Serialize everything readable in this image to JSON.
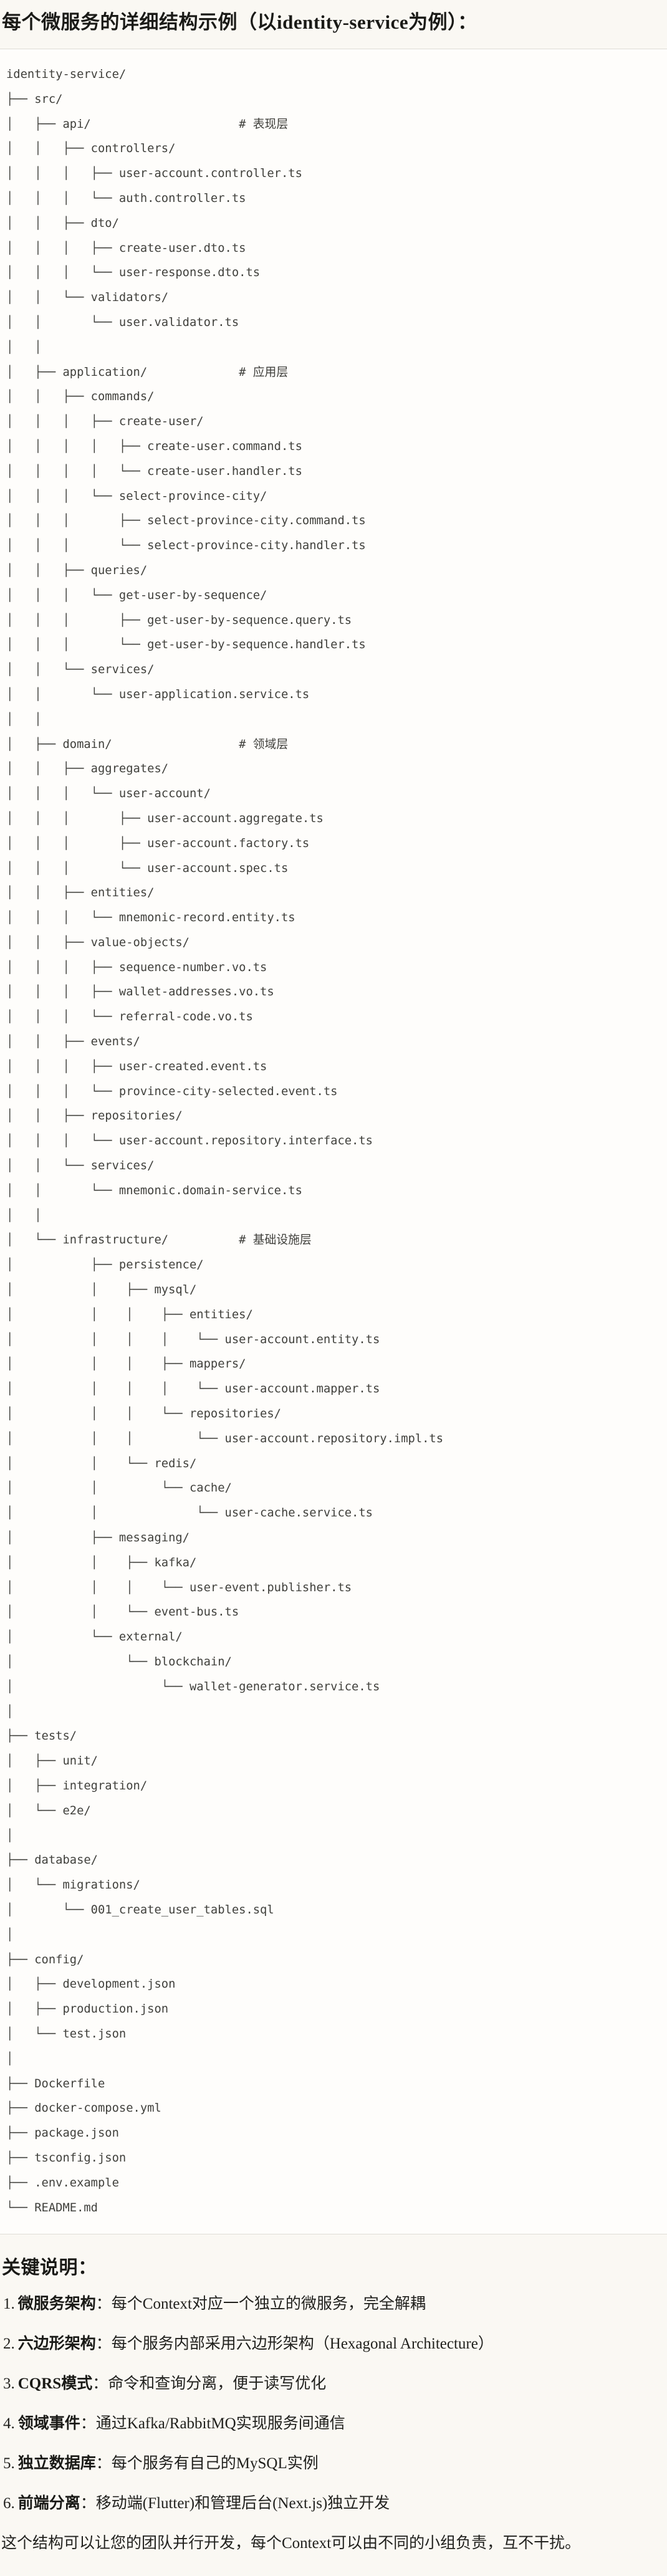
{
  "colors": {
    "page_bg": "#faf8f3",
    "code_bg": "#fefdfb",
    "border": "#dfddd7",
    "tree_text": "#40403c",
    "heading_text": "#1a1a17",
    "body_text": "#21211e"
  },
  "page": {
    "title": "每个微服务的详细结构示例（以identity-service为例）：",
    "notes_heading": "关键说明：",
    "closing": "这个结构可以让您的团队并行开发，每个Context可以由不同的小组负责，互不干扰。"
  },
  "code_block": {
    "lines": [
      "identity-service/",
      "├── src/",
      "│   ├── api/                     # 表现层",
      "│   │   ├── controllers/",
      "│   │   │   ├── user-account.controller.ts",
      "│   │   │   └── auth.controller.ts",
      "│   │   ├── dto/",
      "│   │   │   ├── create-user.dto.ts",
      "│   │   │   └── user-response.dto.ts",
      "│   │   └── validators/",
      "│   │       └── user.validator.ts",
      "│   │",
      "│   ├── application/             # 应用层",
      "│   │   ├── commands/",
      "│   │   │   ├── create-user/",
      "│   │   │   │   ├── create-user.command.ts",
      "│   │   │   │   └── create-user.handler.ts",
      "│   │   │   └── select-province-city/",
      "│   │   │       ├── select-province-city.command.ts",
      "│   │   │       └── select-province-city.handler.ts",
      "│   │   ├── queries/",
      "│   │   │   └── get-user-by-sequence/",
      "│   │   │       ├── get-user-by-sequence.query.ts",
      "│   │   │       └── get-user-by-sequence.handler.ts",
      "│   │   └── services/",
      "│   │       └── user-application.service.ts",
      "│   │",
      "│   ├── domain/                  # 领域层",
      "│   │   ├── aggregates/",
      "│   │   │   └── user-account/",
      "│   │   │       ├── user-account.aggregate.ts",
      "│   │   │       ├── user-account.factory.ts",
      "│   │   │       └── user-account.spec.ts",
      "│   │   ├── entities/",
      "│   │   │   └── mnemonic-record.entity.ts",
      "│   │   ├── value-objects/",
      "│   │   │   ├── sequence-number.vo.ts",
      "│   │   │   ├── wallet-addresses.vo.ts",
      "│   │   │   └── referral-code.vo.ts",
      "│   │   ├── events/",
      "│   │   │   ├── user-created.event.ts",
      "│   │   │   └── province-city-selected.event.ts",
      "│   │   ├── repositories/",
      "│   │   │   └── user-account.repository.interface.ts",
      "│   │   └── services/",
      "│   │       └── mnemonic.domain-service.ts",
      "│   │",
      "│   └── infrastructure/          # 基础设施层",
      "│           ├── persistence/",
      "│           │    ├── mysql/",
      "│           │    │    ├── entities/",
      "│           │    │    │    └── user-account.entity.ts",
      "│           │    │    ├── mappers/",
      "│           │    │    │    └── user-account.mapper.ts",
      "│           │    │    └── repositories/",
      "│           │    │         └── user-account.repository.impl.ts",
      "│           │    └── redis/",
      "│           │         └── cache/",
      "│           │              └── user-cache.service.ts",
      "│           ├── messaging/",
      "│           │    ├── kafka/",
      "│           │    │    └── user-event.publisher.ts",
      "│           │    └── event-bus.ts",
      "│           └── external/",
      "│                └── blockchain/",
      "│                     └── wallet-generator.service.ts",
      "│",
      "├── tests/",
      "│   ├── unit/",
      "│   ├── integration/",
      "│   └── e2e/",
      "│",
      "├── database/",
      "│   └── migrations/",
      "│       └── 001_create_user_tables.sql",
      "│",
      "├── config/",
      "│   ├── development.json",
      "│   ├── production.json",
      "│   └── test.json",
      "│",
      "├── Dockerfile",
      "├── docker-compose.yml",
      "├── package.json",
      "├── tsconfig.json",
      "├── .env.example",
      "└── README.md"
    ]
  },
  "notes": {
    "items": [
      {
        "num": "1.",
        "label": "微服务架构",
        "text": "：每个Context对应一个独立的微服务，完全解耦"
      },
      {
        "num": "2.",
        "label": "六边形架构",
        "text": "：每个服务内部采用六边形架构（Hexagonal Architecture）"
      },
      {
        "num": "3.",
        "label": "CQRS模式",
        "text": "：命令和查询分离，便于读写优化"
      },
      {
        "num": "4.",
        "label": "领域事件",
        "text": "：通过Kafka/RabbitMQ实现服务间通信"
      },
      {
        "num": "5.",
        "label": "独立数据库",
        "text": "：每个服务有自己的MySQL实例"
      },
      {
        "num": "6.",
        "label": "前端分离",
        "text": "：移动端(Flutter)和管理后台(Next.js)独立开发"
      }
    ]
  }
}
